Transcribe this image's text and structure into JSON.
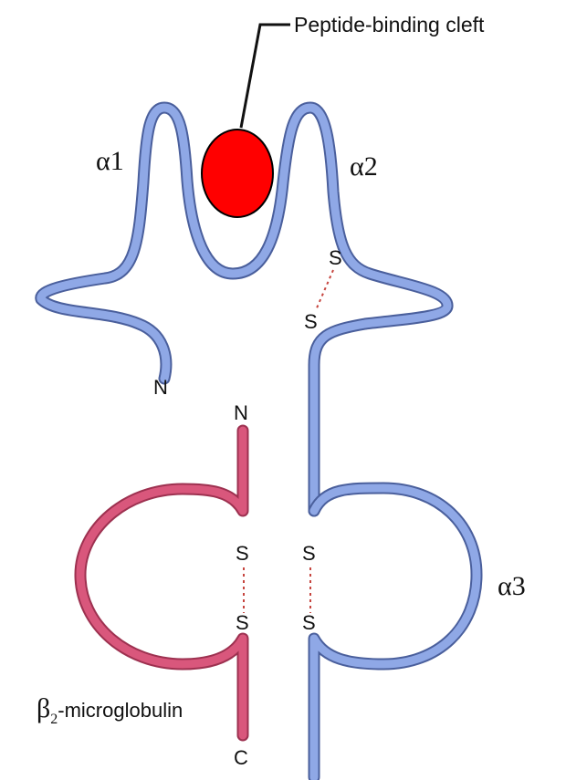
{
  "labels": {
    "cleft": "Peptide-binding cleft",
    "alpha1": "α1",
    "alpha2": "α2",
    "alpha3": "α3",
    "b2m_beta": "β",
    "b2m_subscript": "2",
    "b2m_rest": "-microglobulin",
    "heavy_n": "N",
    "b2m_n": "N",
    "b2m_c": "C",
    "sulfur": "S"
  },
  "colors": {
    "heavy_chain": "#8fa8e6",
    "b2m_chain": "#d9577c",
    "peptide": "#ff0000",
    "disulfide": "#c6453f"
  }
}
